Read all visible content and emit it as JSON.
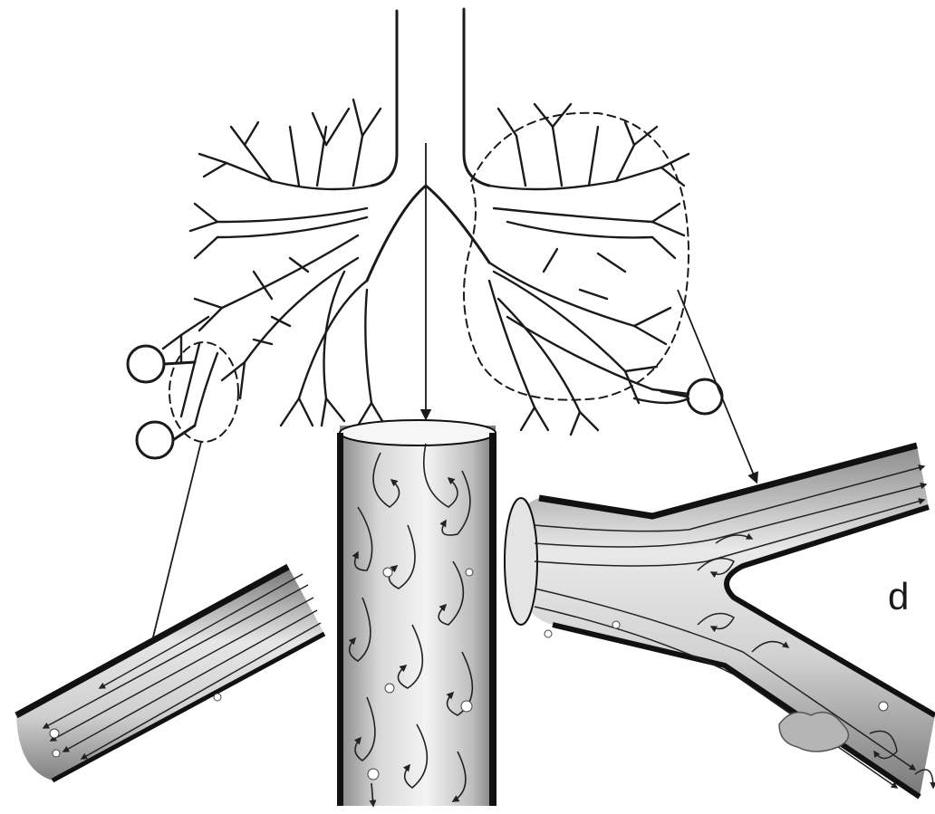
{
  "figure": {
    "subject": "airway-flow-illustration",
    "panels": [
      "trachea-bronchial-tree",
      "laminar-flow-small-airway",
      "turbulent-flow-trachea",
      "transitional-flow-bifurcation"
    ]
  },
  "edge_text": {
    "fragment": "d"
  },
  "colors": {
    "ink": "#1a1a1a",
    "tube_light": "#f2f2f2",
    "tube_mid": "#c9c9c9",
    "tube_dark": "#7a7a7a"
  }
}
